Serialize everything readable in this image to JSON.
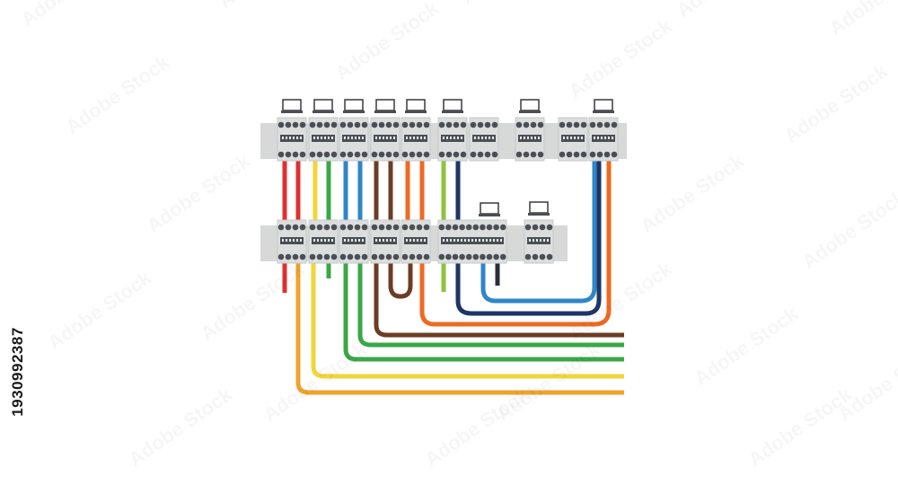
{
  "image_id_text": "1930992387",
  "watermark_text": "Adobe Stock",
  "colors": {
    "rail": "#d7d9d9",
    "breaker": "#dcdede",
    "breaker_dark": "#4a4f55",
    "label_outline": "#3a3a3a",
    "wire_red": "#e03030",
    "wire_yellow": "#f2d53a",
    "wire_green": "#39a845",
    "wire_blue": "#2f86c8",
    "wire_brown": "#6b3d24",
    "wire_orange": "#ee6a22",
    "wire_light_green": "#8fc33e",
    "wire_navy": "#1f3566",
    "wire_amber": "#f0a32b",
    "wire_grey": "#5d6a75"
  },
  "icons": [
    "din-rail",
    "circuit-breaker",
    "label-tag",
    "electric-wire"
  ]
}
